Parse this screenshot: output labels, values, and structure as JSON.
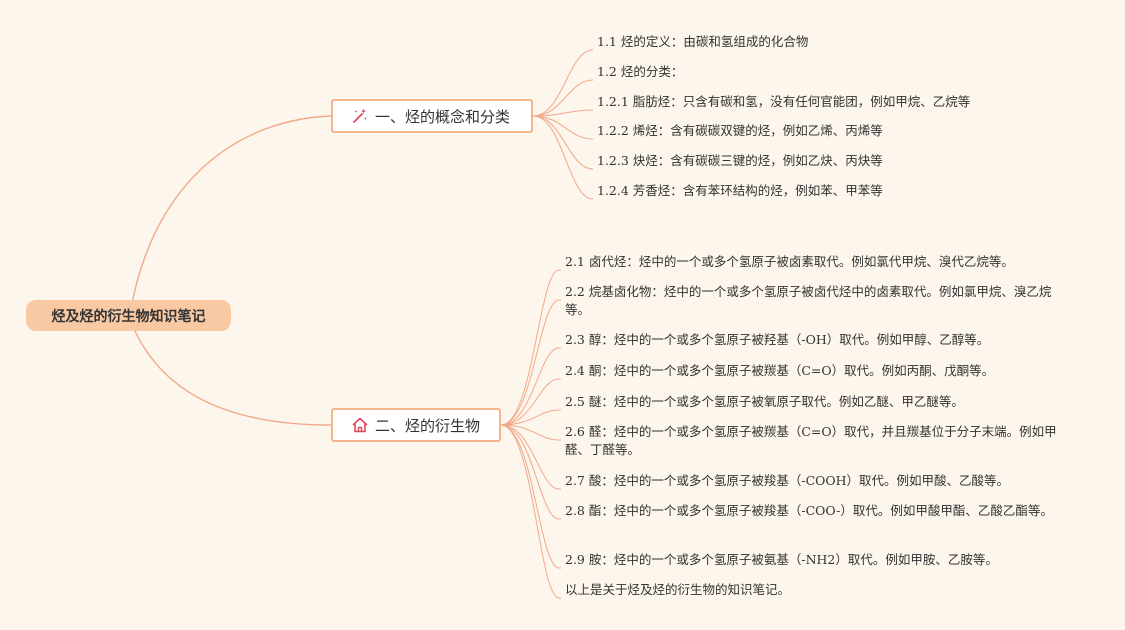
{
  "colors": {
    "background": "#fdf6ec",
    "root_fill": "#f9c9a4",
    "branch_border": "#f4b48c",
    "connector": "#f2a98a",
    "icon": "#e0475c"
  },
  "root": {
    "label": "烃及烃的衍生物知识笔记"
  },
  "branches": [
    {
      "label": "一、烃的概念和分类",
      "icon": "magic-wand-icon",
      "children": [
        "1.1 烃的定义：由碳和氢组成的化合物",
        "1.2 烃的分类：",
        "1.2.1 脂肪烃：只含有碳和氢，没有任何官能团，例如甲烷、乙烷等",
        "1.2.2 烯烃：含有碳碳双键的烃，例如乙烯、丙烯等",
        "1.2.3 炔烃：含有碳碳三键的烃，例如乙炔、丙炔等",
        "1.2.4 芳香烃：含有苯环结构的烃，例如苯、甲苯等"
      ]
    },
    {
      "label": "二、烃的衍生物",
      "icon": "home-icon",
      "children": [
        "2.1 卤代烃：烃中的一个或多个氢原子被卤素取代。例如氯代甲烷、溴代乙烷等。",
        "2.2 烷基卤化物：烃中的一个或多个氢原子被卤代烃中的卤素取代。例如氯甲烷、溴乙烷等。",
        "2.3 醇：烃中的一个或多个氢原子被羟基（-OH）取代。例如甲醇、乙醇等。",
        "2.4 酮：烃中的一个或多个氢原子被羰基（C=O）取代。例如丙酮、戊酮等。",
        "2.5 醚：烃中的一个或多个氢原子被氧原子取代。例如乙醚、甲乙醚等。",
        "2.6 醛：烃中的一个或多个氢原子被羰基（C=O）取代，并且羰基位于分子末端。例如甲醛、丁醛等。",
        "2.7 酸：烃中的一个或多个氢原子被羧基（-COOH）取代。例如甲酸、乙酸等。",
        "2.8 酯：烃中的一个或多个氢原子被羧基（-COO-）取代。例如甲酸甲酯、乙酸乙酯等。",
        "2.9 胺：烃中的一个或多个氢原子被氨基（-NH2）取代。例如甲胺、乙胺等。",
        "以上是关于烃及烃的衍生物的知识笔记。"
      ]
    }
  ]
}
